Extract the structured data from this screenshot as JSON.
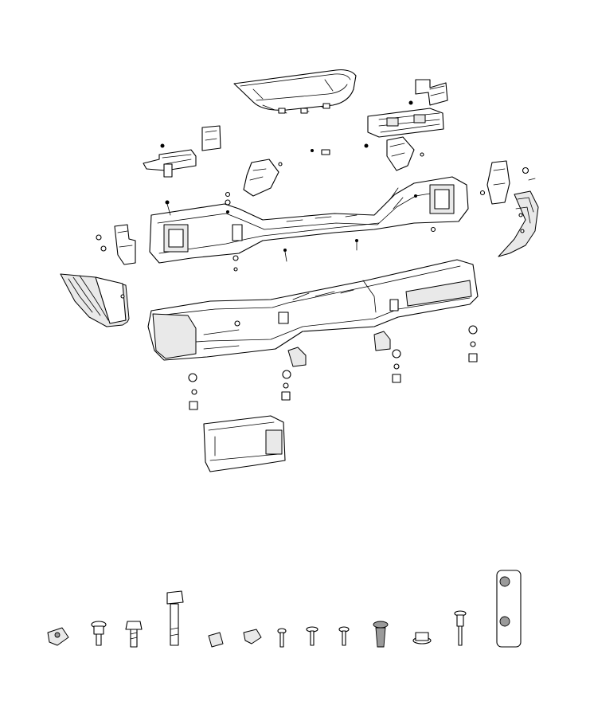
{
  "diagram": {
    "type": "exploded-parts-diagram",
    "labels": [],
    "colors": {
      "line": "#000000",
      "background": "#ffffff",
      "shade": "#e9e9e9"
    },
    "parts": [
      "step-pad",
      "bracket-upper-left",
      "bracket-upper-right",
      "reinforcement-bar",
      "end-cap-left",
      "end-cap-right",
      "bumper-fascia",
      "applique-lower",
      "fastener-legend"
    ],
    "fasteners_legend": [
      "clip-nut",
      "shoulder-bolt",
      "hex-bolt",
      "long-hex-bolt",
      "u-nut",
      "push-pin",
      "small-screw-a",
      "small-screw-b",
      "small-screw-c",
      "push-rivet",
      "flange-nut",
      "stud",
      "nut-plate"
    ]
  }
}
